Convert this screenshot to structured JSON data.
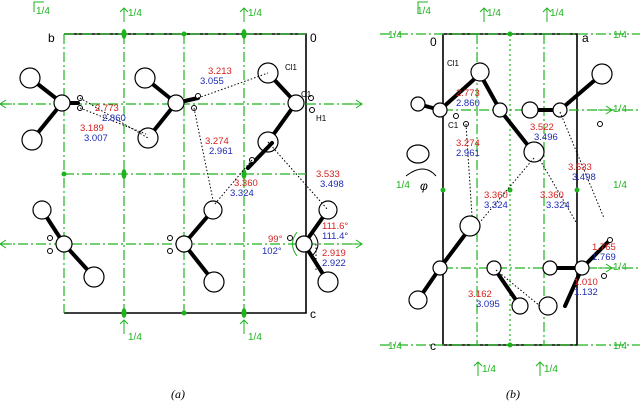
{
  "panel_a": {
    "caption": "(a)",
    "corners": {
      "b": "b",
      "zero": "0",
      "c": "c"
    },
    "quarter": "1/4",
    "atom_labels": {
      "cl1": "Cl1",
      "c1": "C1",
      "h1": "H1"
    },
    "contacts": [
      {
        "red": "3.213",
        "blue": "3.055"
      },
      {
        "red": "2.773",
        "blue": "2.860"
      },
      {
        "red": "3.189",
        "blue": "3.007"
      },
      {
        "red": "3.274",
        "blue": "2.961"
      },
      {
        "red": "3.360",
        "blue": "3.324"
      },
      {
        "red": "3.533",
        "blue": "3.498"
      },
      {
        "red": "2.919",
        "blue": "2.922"
      }
    ],
    "angles": {
      "red_left": "99°",
      "blue_left": "102°",
      "red_right": "111.6°",
      "blue_right": "111.4°"
    }
  },
  "panel_b": {
    "caption": "(b)",
    "corners": {
      "zero": "0",
      "a": "a",
      "c": "c"
    },
    "quarter": "1/4",
    "phi": "φ",
    "atom_labels": {
      "cl1": "Cl1",
      "c1": "C1"
    },
    "contacts": [
      {
        "red": "2.773",
        "blue": "2.860"
      },
      {
        "red": "3.522",
        "blue": "3.496"
      },
      {
        "red": "3.274",
        "blue": "2.961"
      },
      {
        "red": "3.533",
        "blue": "3.498"
      },
      {
        "red": "3.360",
        "blue": "3.324"
      },
      {
        "red": "3.360",
        "blue": "3.324"
      },
      {
        "red": "1.765",
        "blue": "1.769"
      },
      {
        "red": "1.010",
        "blue": "1.132"
      },
      {
        "red": "3.162",
        "blue": "3.095"
      }
    ]
  },
  "colors": {
    "symmetry": "#1db31d",
    "red_values": "#d81e1e",
    "blue_values": "#1e2bb3"
  }
}
